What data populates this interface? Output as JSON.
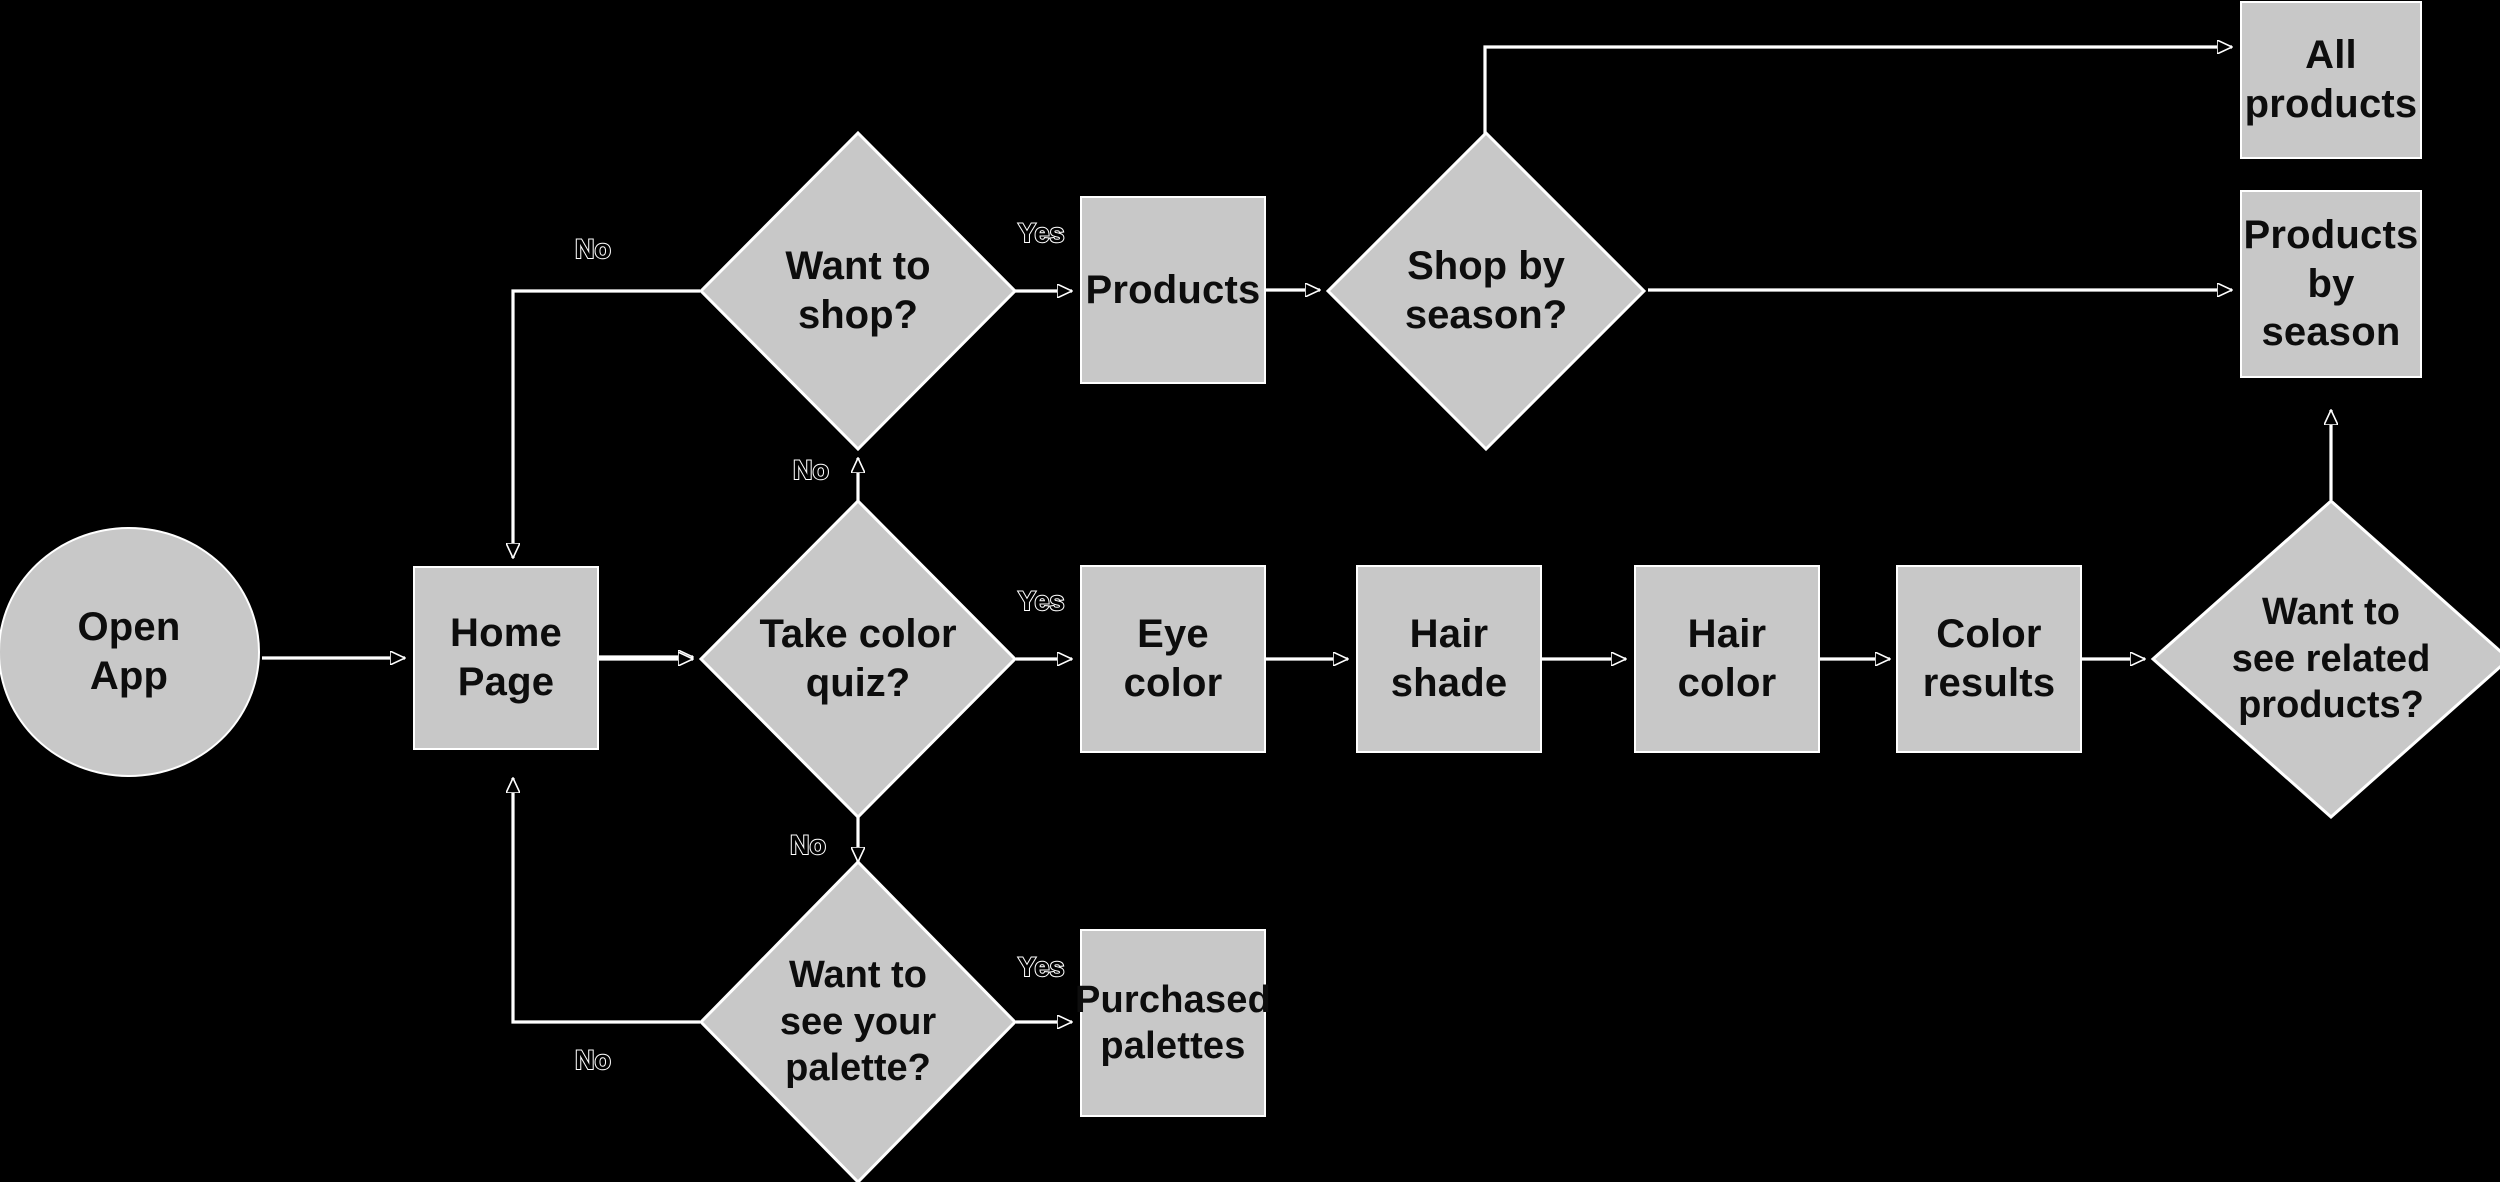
{
  "diagram": {
    "title": "App navigation flowchart",
    "background_color": "#000000",
    "node_fill": "#c8c8c8",
    "node_stroke": "#ffffff",
    "text_color": "#0d0d0d",
    "edge_color": "#ffffff"
  },
  "nodes": {
    "open_app": {
      "label": "Open\nApp",
      "shape": "ellipse"
    },
    "home_page": {
      "label": "Home\nPage",
      "shape": "rect"
    },
    "want_to_shop": {
      "label": "Want to\nshop?",
      "shape": "diamond"
    },
    "products": {
      "label": "Products",
      "shape": "rect"
    },
    "shop_by_season": {
      "label": "Shop by\nseason?",
      "shape": "diamond"
    },
    "all_products": {
      "label": "All\nproducts",
      "shape": "rect"
    },
    "products_by_season": {
      "label": "Products\nby season",
      "shape": "rect"
    },
    "take_color_quiz": {
      "label": "Take color\nquiz?",
      "shape": "diamond"
    },
    "eye_color": {
      "label": "Eye\ncolor",
      "shape": "rect"
    },
    "hair_shade": {
      "label": "Hair\nshade",
      "shape": "rect"
    },
    "hair_color": {
      "label": "Hair\ncolor",
      "shape": "rect"
    },
    "color_results": {
      "label": "Color\nresults",
      "shape": "rect"
    },
    "want_related_products": {
      "label": "Want to\nsee related\nproducts?",
      "shape": "diamond"
    },
    "want_see_palette": {
      "label": "Want to\nsee your\npalette?",
      "shape": "diamond"
    },
    "purchased_palettes": {
      "label": "Purchased\npalettes",
      "shape": "rect"
    }
  },
  "edge_labels": {
    "shop_no": "No",
    "shop_yes": "Yes",
    "quiz_no_up": "No",
    "quiz_yes": "Yes",
    "quiz_no_down": "No",
    "palette_yes": "Yes",
    "palette_no": "No"
  },
  "edges": [
    {
      "from": "open_app",
      "to": "home_page",
      "label": ""
    },
    {
      "from": "home_page",
      "to": "want_to_shop",
      "label": ""
    },
    {
      "from": "want_to_shop",
      "to": "home_page",
      "label": "No"
    },
    {
      "from": "want_to_shop",
      "to": "products",
      "label": "Yes"
    },
    {
      "from": "products",
      "to": "shop_by_season",
      "label": ""
    },
    {
      "from": "shop_by_season",
      "to": "all_products",
      "label": ""
    },
    {
      "from": "shop_by_season",
      "to": "products_by_season",
      "label": ""
    },
    {
      "from": "home_page",
      "to": "take_color_quiz",
      "label": ""
    },
    {
      "from": "take_color_quiz",
      "to": "want_to_shop",
      "label": "No"
    },
    {
      "from": "take_color_quiz",
      "to": "eye_color",
      "label": "Yes"
    },
    {
      "from": "eye_color",
      "to": "hair_shade",
      "label": ""
    },
    {
      "from": "hair_shade",
      "to": "hair_color",
      "label": ""
    },
    {
      "from": "hair_color",
      "to": "color_results",
      "label": ""
    },
    {
      "from": "color_results",
      "to": "want_related_products",
      "label": ""
    },
    {
      "from": "want_related_products",
      "to": "products_by_season",
      "label": ""
    },
    {
      "from": "take_color_quiz",
      "to": "want_see_palette",
      "label": "No"
    },
    {
      "from": "want_see_palette",
      "to": "purchased_palettes",
      "label": "Yes"
    },
    {
      "from": "want_see_palette",
      "to": "home_page",
      "label": "No"
    }
  ]
}
